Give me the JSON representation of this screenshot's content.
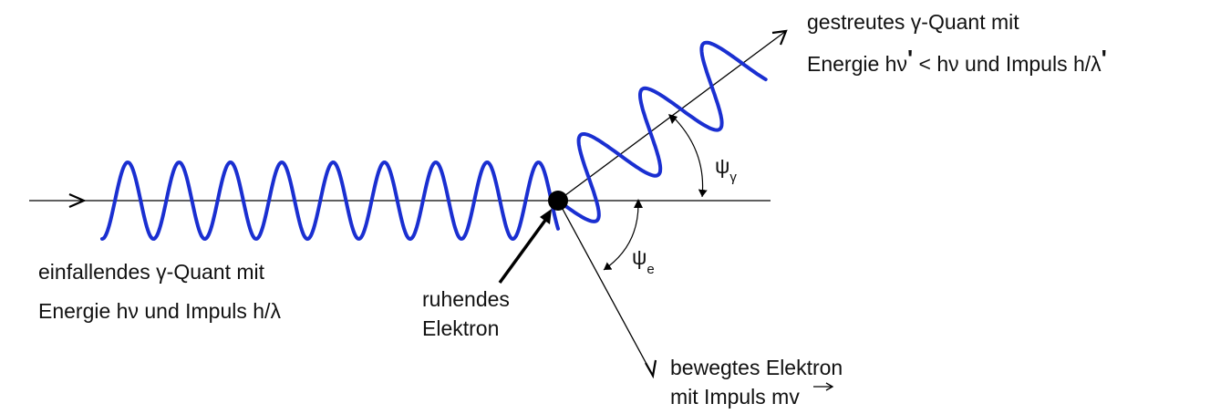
{
  "incident": {
    "line1_a": "einfallendes ",
    "line1_gamma": "γ",
    "line1_b": "-Quant mit",
    "line2_a": "Energie h",
    "line2_nu": "ν",
    "line2_b": " und Impuls h/",
    "line2_lambda": "λ"
  },
  "scattered": {
    "line1_a": "gestreutes ",
    "line1_gamma": "γ",
    "line1_b": "-Quant mit",
    "line2_a": "Energie h",
    "line2_nu1": "ν",
    "line2_prime1": "'",
    "line2_lt": " < h",
    "line2_nu2": "ν",
    "line2_b": " und Impuls h/",
    "line2_lambda": "λ",
    "line2_prime2": "'"
  },
  "electron_rest": {
    "line1": "ruhendes",
    "line2": "Elektron"
  },
  "electron_moving": {
    "line1": "bewegtes Elektron",
    "line2_a": "mit Impuls m",
    "line2_v": "v"
  },
  "angles": {
    "psi": "ψ",
    "sub_gamma": "γ",
    "sub_e": "e"
  },
  "colors": {
    "wave": "#1a2fd1",
    "line": "#000000"
  }
}
